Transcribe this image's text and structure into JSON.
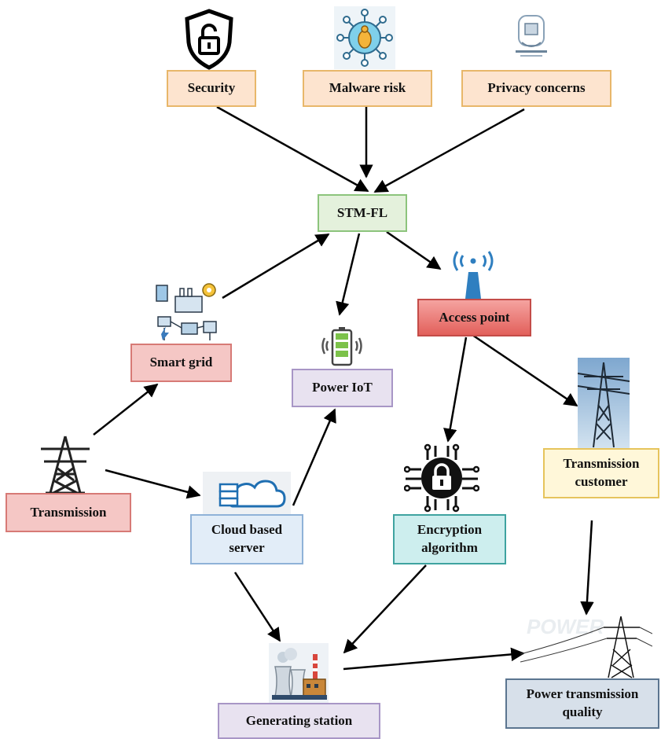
{
  "nodes": {
    "security": "Security",
    "malware": "Malware risk",
    "privacy": "Privacy concerns",
    "stmfl": "STM-FL",
    "smart_grid": "Smart grid",
    "power_iot": "Power IoT",
    "access_point": "Access point",
    "transmission": "Transmission",
    "cloud_server": "Cloud based\nserver",
    "encryption": "Encryption\nalgorithm",
    "transmission_customer": "Transmission\ncustomer",
    "generating_station": "Generating station",
    "power_quality": "Power transmission\nquality"
  },
  "colors": {
    "arrow": "#000000",
    "orange_fill": "#fde4cf",
    "green_fill": "#e4f1dc",
    "red_fill": "#f5c7c5",
    "access_fill": "#e2605b",
    "purple_fill": "#e8e2f0",
    "blue_fill": "#e2edf8",
    "teal_fill": "#cdeeee",
    "yellow_fill": "#fff7d9",
    "slate_fill": "#d7e0ea"
  },
  "icons": {
    "security": "shield-unlock-icon",
    "malware": "malware-virus-icon",
    "privacy": "privacy-concerns-icon",
    "smart_grid": "smart-grid-factory-icon",
    "power_iot": "battery-icon",
    "access_point": "wifi-antenna-icon",
    "transmission": "transmission-tower-icon",
    "cloud_server": "cloud-server-icon",
    "encryption": "encryption-lock-icon",
    "transmission_customer": "pylon-photo-icon",
    "generating_station": "power-plant-icon",
    "power_quality": "power-line-photo-icon"
  },
  "edges": [
    [
      "security",
      "stmfl"
    ],
    [
      "malware",
      "stmfl"
    ],
    [
      "privacy",
      "stmfl"
    ],
    [
      "smart_grid",
      "stmfl"
    ],
    [
      "stmfl",
      "power_iot"
    ],
    [
      "stmfl",
      "access_point"
    ],
    [
      "transmission",
      "smart_grid"
    ],
    [
      "transmission",
      "cloud_server"
    ],
    [
      "cloud_server",
      "power_iot"
    ],
    [
      "access_point",
      "encryption"
    ],
    [
      "access_point",
      "transmission_customer"
    ],
    [
      "cloud_server",
      "generating_station"
    ],
    [
      "encryption",
      "generating_station"
    ],
    [
      "generating_station",
      "power_quality"
    ],
    [
      "transmission_customer",
      "power_quality"
    ]
  ]
}
